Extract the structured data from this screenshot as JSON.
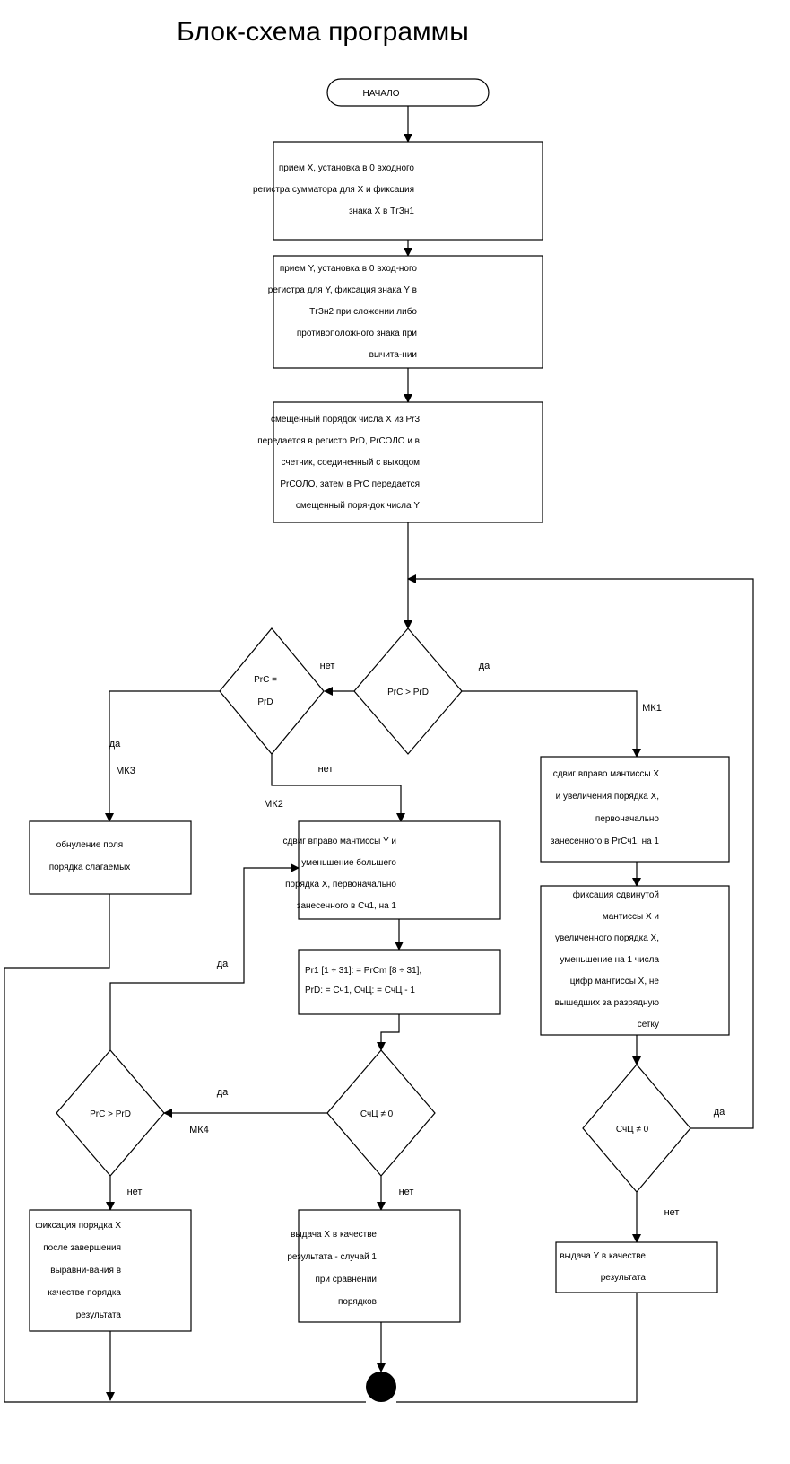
{
  "title": "Блок-схема программы",
  "start": "НАЧАЛО",
  "box1": [
    "прием X, установка в 0 входного",
    "регистра сумматора для X и фиксация",
    "знака X в ТгЗн1"
  ],
  "box2": [
    "прием Y, установка в 0 вход-ного",
    "регистра для Y, фиксация знака Y в",
    "ТгЗн2 при сложении либо",
    "противоположного знака при",
    "вычита-нии"
  ],
  "box3": [
    "смещенный порядок числа X из Pr3",
    "передается в регистр PrD, PrСОЛО и в",
    "счетчик, соединенный с выходом",
    "PrСОЛО, затем в PrC передается",
    "смещенный поря-док числа Y"
  ],
  "cond1": "PrC > PrD",
  "cond2": [
    "PrC =",
    "PrD"
  ],
  "cond3": "СчЦ     ≠ 0",
  "cond4": "PrC > PrD",
  "cond5": "СчЦ     ≠ 0",
  "box_mk3": [
    "обнуление поля",
    "порядка слагаемых"
  ],
  "box_mk2": [
    "сдвиг вправо мантиссы Y и",
    "уменьшение большего",
    "порядка X, первоначально",
    "занесенного в Сч1, на 1"
  ],
  "box_assign": [
    "Pr1 [1          ÷  31]: = PrCm [8                    ÷  31],",
    "PrD: = Сч1, СчЦ: = СчЦ - 1"
  ],
  "box_mk1": [
    "сдвиг вправо мантиссы X",
    "и увеличения порядка X,",
    "первоначально",
    "занесенного в PrСч1, на 1"
  ],
  "box_fix": [
    "фиксация сдвинутой",
    "мантиссы X и",
    "увеличенного порядка X,",
    "уменьшение на 1 числа",
    "цифр мантиссы X, не",
    "вышедших за разрядную",
    "сетку"
  ],
  "box_left_result": [
    "фиксация порядка X",
    "после завершения",
    "выравни-вания в",
    "качестве порядка",
    "результата"
  ],
  "box_center_result": [
    "выдача X в качестве",
    "результата - случай 1",
    "при сравнении",
    "порядков"
  ],
  "box_right_result": [
    "выдача Y в качестве",
    "результата"
  ],
  "labels": {
    "yes": "да",
    "no": "нет",
    "mk1": "МК1",
    "mk2": "МК2",
    "mk3": "МК3",
    "mk4": "МК4"
  }
}
